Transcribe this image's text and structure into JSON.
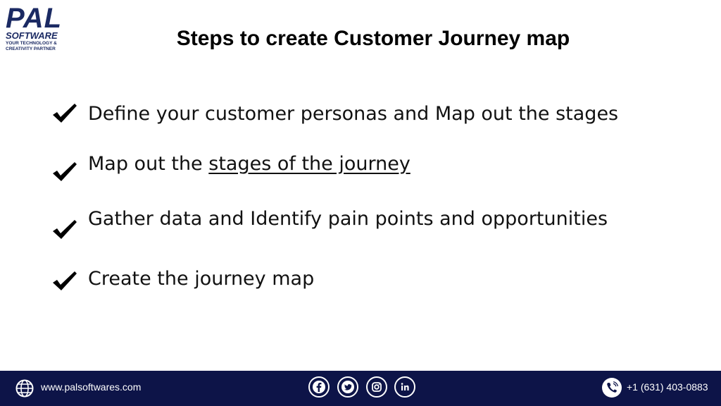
{
  "logo": {
    "main": "PAL",
    "sub": "SOFTWARE",
    "tagline_line1": "YOUR TECHNOLOGY &",
    "tagline_line2": "CREATIVITY PARTNER"
  },
  "title": "Steps to create Customer Journey map",
  "steps": [
    {
      "text": "Define your customer personas and Map out the stages"
    },
    {
      "text_before": "Map out the ",
      "link": "stages of the journey"
    },
    {
      "text": "Gather data and Identify pain points and opportunities"
    },
    {
      "text": "Create the journey map"
    }
  ],
  "footer": {
    "website": "www.palsoftwares.com",
    "phone": "+1 (631) 403-0883",
    "social_icons": [
      "facebook-icon",
      "twitter-icon",
      "instagram-icon",
      "linkedin-icon"
    ],
    "colors": {
      "bar": "#0d1448",
      "text": "#ffffff"
    }
  },
  "colors": {
    "brand": "#1b2a63"
  }
}
